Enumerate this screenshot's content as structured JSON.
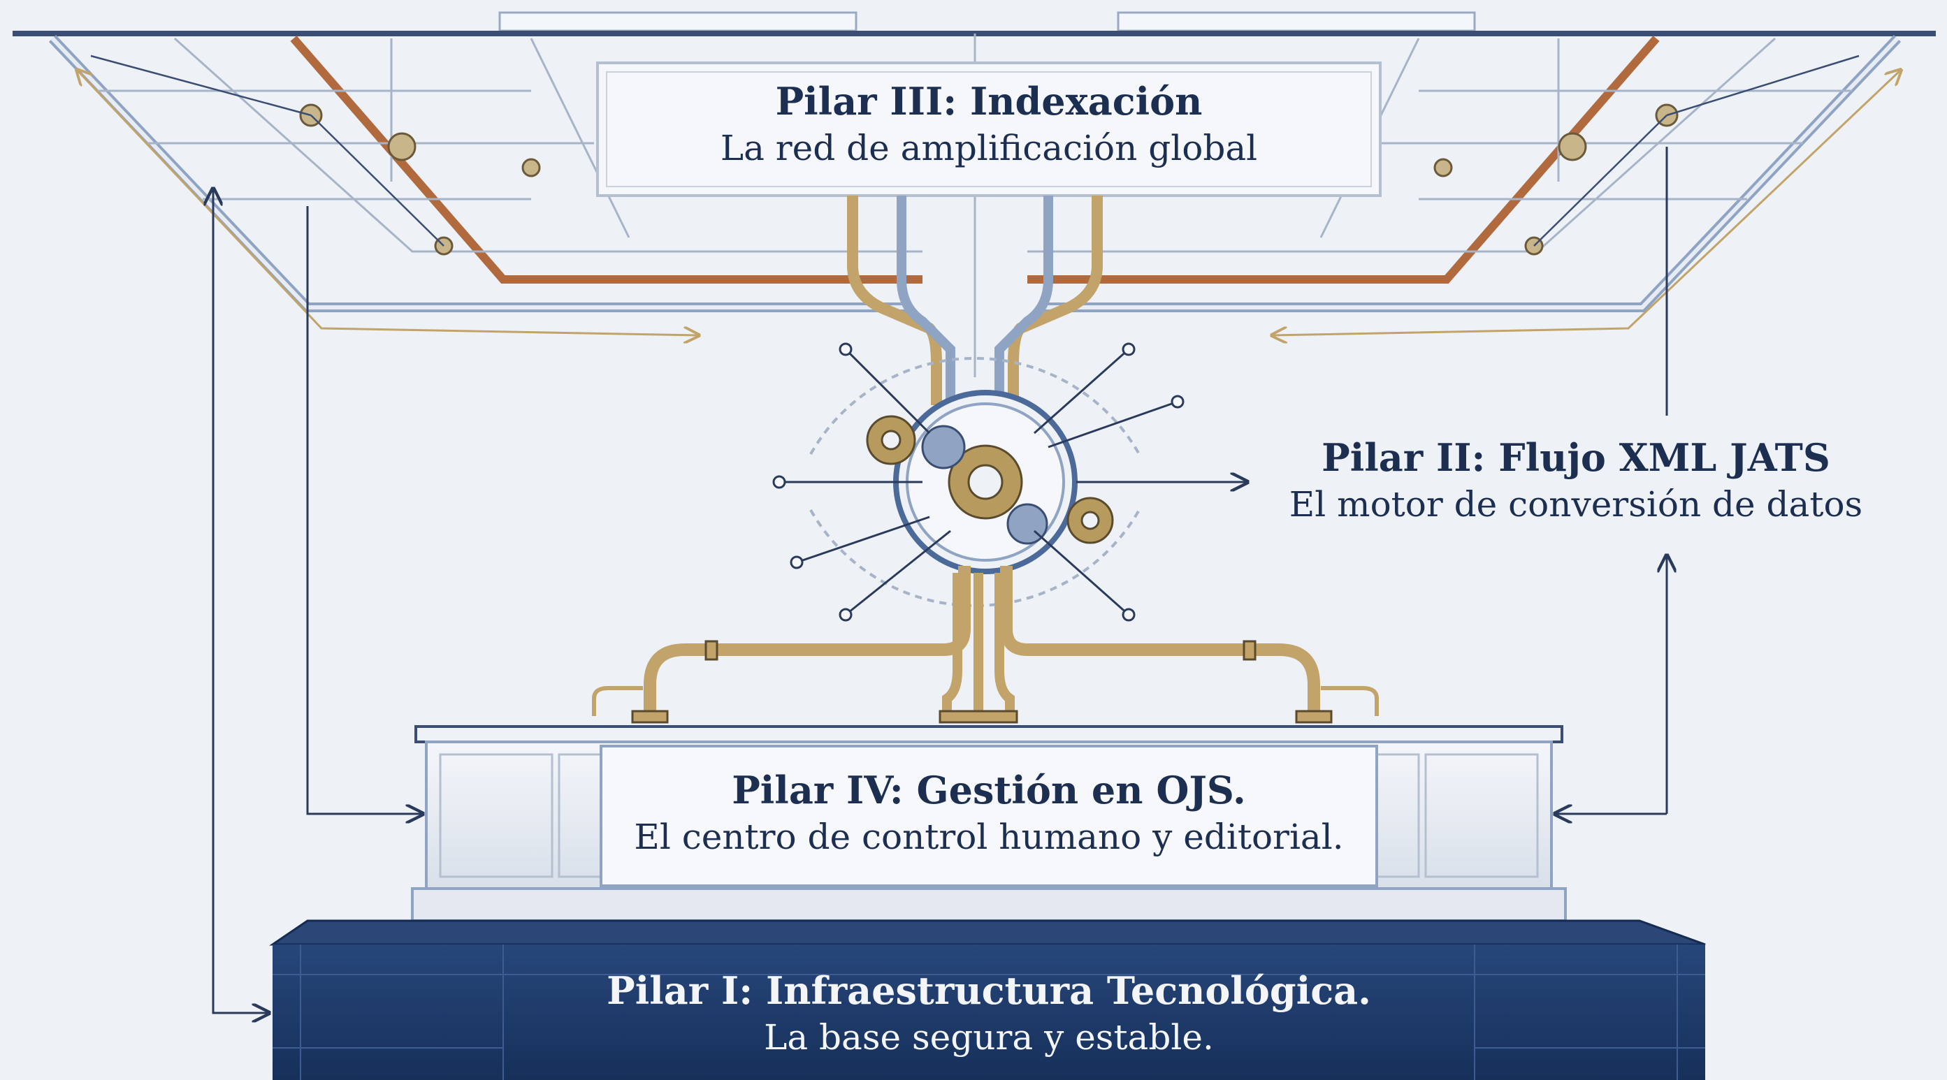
{
  "pillars": {
    "p3": {
      "title": "Pilar III: Indexación",
      "subtitle": "La red de amplificación global"
    },
    "p2": {
      "title": "Pilar II: Flujo XML JATS",
      "subtitle": "El motor de conversión de datos"
    },
    "p4": {
      "title": "Pilar IV: Gestión en OJS.",
      "subtitle": "El centro de control humano y editorial."
    },
    "p1": {
      "title": "Pilar I: Infraestructura Tecnológica.",
      "subtitle": "La base segura y estable."
    }
  },
  "colors": {
    "background": "#eef2f7",
    "navy": "#1f3a68",
    "steel": "#8fa3c2",
    "copper": "#b06a3e",
    "brass": "#c2a46a",
    "ink": "#1d2f50"
  }
}
